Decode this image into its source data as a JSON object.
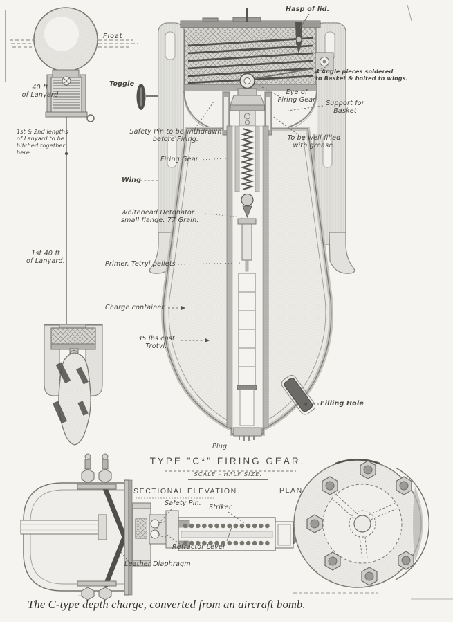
{
  "figure": {
    "caption": "The C-type depth charge, converted from an aircraft bomb.",
    "main_labels": {
      "float": "Float",
      "lanyard_40ft": "40 ft\nof Lanyard",
      "toggle": "Toggle",
      "hitch_note": "1st & 2nd lengths\nof Lanyard to be\nhitched together\nhere.",
      "lanyard_1st": "1st 40 ft\nof Lanyard.",
      "hasp": "Hasp of lid.",
      "angle_pieces": "4 Angle pieces soldered\nto Basket & bolted to wings.",
      "eye": "Eye of\nFiring Gear",
      "support": "Support for\nBasket",
      "grease": "To be well filled\nwith grease.",
      "safety_pin": "Safety Pin to be withdrawn\nbefore Firing.",
      "firing_gear": "Firing Gear",
      "wing": "Wing",
      "detonator": "Whitehead Detonator\nsmall flange. 77 Grain.",
      "primer": "Primer. Tetryl pellets",
      "charge_container": "Charge container.",
      "trotyl": "35 lbs cast\nTrotyl.",
      "filling_hole": "Filling Hole",
      "plug": "Plug"
    },
    "firing_gear_panel": {
      "title": "TYPE \"C*\" FIRING GEAR.",
      "scale_note": "SCALE - HALF SIZE.",
      "view_sectional": "SECTIONAL ELEVATION.",
      "view_plan": "PLAN",
      "labels": {
        "safety_pin": "Safety Pin.",
        "striker": "Striker.",
        "retractor_lever": "Retractor Lever",
        "leather_diaphragm": "Leather Diaphragm"
      }
    }
  }
}
